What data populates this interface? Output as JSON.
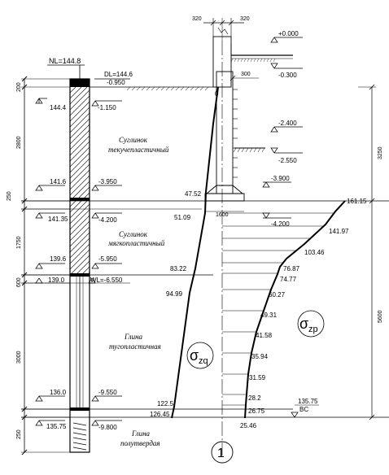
{
  "levels": {
    "nl": "NL=144.8",
    "dl": "DL=144.6",
    "dl_rel": "-0.950",
    "wl": "WL=-6.550",
    "zero": "+0.000",
    "m0300": "-0.300",
    "m2400": "-2.400",
    "m2550": "-2.550",
    "m3900": "-3.900",
    "m4200_r": "-4.200",
    "bc_abs": "135.75",
    "bc": "BC"
  },
  "dims": {
    "d320a": "320",
    "d320b": "320",
    "d300": "300",
    "d1600": "1600",
    "d3250": "3250",
    "d5600": "5600",
    "left_dims": [
      "200",
      "2800",
      "250",
      "1750",
      "600",
      "3000",
      "250"
    ]
  },
  "abs_marks": [
    "144.4",
    "141.6",
    "141.35",
    "139.6",
    "139.0",
    "136.0",
    "135.75"
  ],
  "rel_marks": [
    "-1.150",
    "-3.950",
    "-4.200",
    "-5.950",
    "-9.550",
    "-9.800"
  ],
  "soils": [
    {
      "l1": "Суглинок",
      "l2": "текучепластичный"
    },
    {
      "l1": "Суглинок",
      "l2": "мягкопластичный"
    },
    {
      "l1": "Глина",
      "l2": "тугопластичная"
    },
    {
      "l1": "Глина",
      "l2": "полутвердая"
    }
  ],
  "szg_values": [
    "0",
    "47.52",
    "51.09",
    "83.22",
    "94.99",
    "122.5",
    "126.45"
  ],
  "szp_values": [
    "161.15",
    "141.97",
    "103.46",
    "76.87",
    "74.77",
    "60.27",
    "49.31",
    "41.58",
    "35.94",
    "31.59",
    "28.2",
    "26.75",
    "25.46"
  ],
  "symbols": {
    "sigma": "σ",
    "zg_sub": "zq",
    "zp_sub": "zp",
    "axis_marker": "1"
  }
}
